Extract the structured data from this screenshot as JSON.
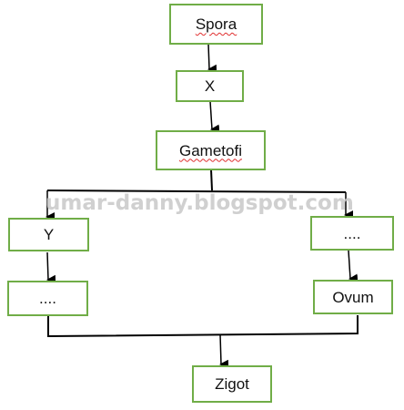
{
  "watermark": "umar-danny.blogspot.com",
  "nodes": {
    "spora": "Spora",
    "x": "X",
    "gametofi": "Gametofi",
    "y": "Y",
    "right_top": "....",
    "left_bottom": "....",
    "ovum": "Ovum",
    "zigot": "Zigot"
  },
  "colors": {
    "box_border": "#70ad47",
    "connector": "#000000",
    "spellcheck_underline": "#e03030",
    "watermark": "#c8c8c8"
  }
}
